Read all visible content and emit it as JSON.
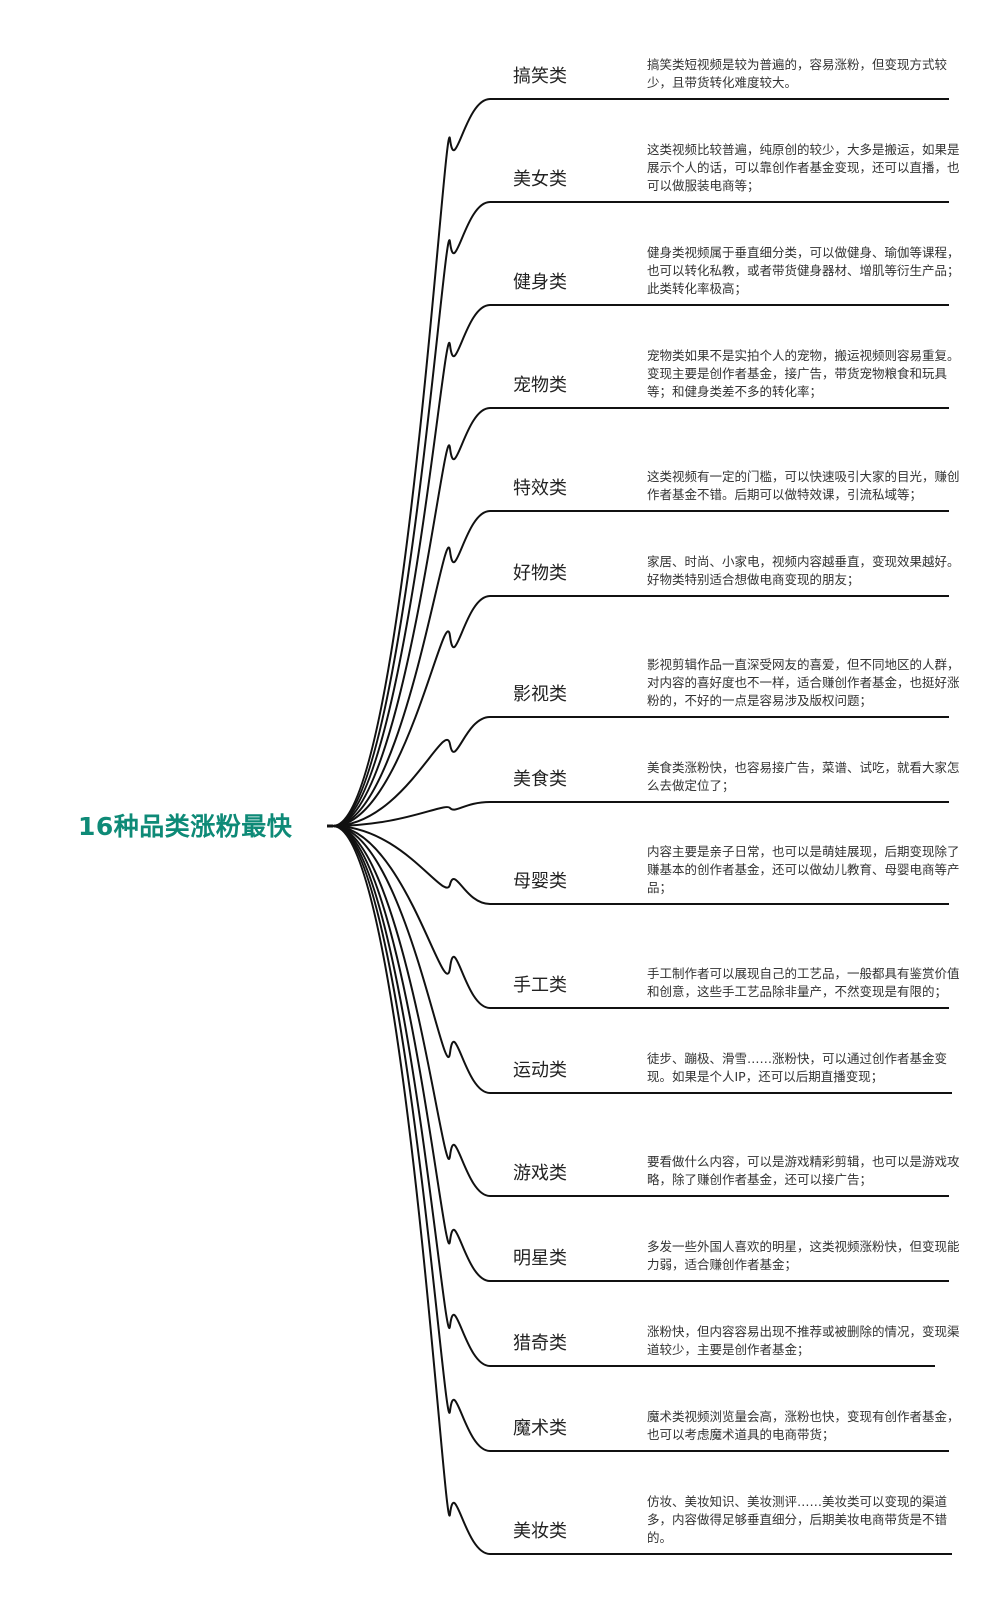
{
  "root": {
    "title": "16种品类涨粉最快"
  },
  "colors": {
    "root_text": "#0e8a77",
    "branch_line": "#111111"
  },
  "branches": [
    {
      "label": "搞笑类",
      "description": "搞笑类短视频是较为普遍的，容易涨粉，但变现方式较少，且带货转化难度较大。"
    },
    {
      "label": "美女类",
      "description": "这类视频比较普遍，纯原创的较少，大多是搬运，如果是展示个人的话，可以靠创作者基金变现，还可以直播，也可以做服装电商等；"
    },
    {
      "label": "健身类",
      "description": "健身类视频属于垂直细分类，可以做健身、瑜伽等课程，也可以转化私教，或者带货健身器材、增肌等衍生产品；此类转化率极高；"
    },
    {
      "label": "宠物类",
      "description": "宠物类如果不是实拍个人的宠物，搬运视频则容易重复。变现主要是创作者基金，接广告，带货宠物粮食和玩具等；和健身类差不多的转化率；"
    },
    {
      "label": "特效类",
      "description": "这类视频有一定的门槛，可以快速吸引大家的目光，赚创作者基金不错。后期可以做特效课，引流私域等；"
    },
    {
      "label": "好物类",
      "description": "家居、时尚、小家电，视频内容越垂直，变现效果越好。好物类特别适合想做电商变现的朋友；"
    },
    {
      "label": "影视类",
      "description": "影视剪辑作品一直深受网友的喜爱，但不同地区的人群，对内容的喜好度也不一样，适合赚创作者基金，也挺好涨粉的，不好的一点是容易涉及版权问题；"
    },
    {
      "label": "美食类",
      "description": "美食类涨粉快，也容易接广告，菜谱、试吃，就看大家怎么去做定位了；"
    },
    {
      "label": "母婴类",
      "description": "内容主要是亲子日常，也可以是萌娃展现，后期变现除了赚基本的创作者基金，还可以做幼儿教育、母婴电商等产品；"
    },
    {
      "label": "手工类",
      "description": "手工制作者可以展现自己的工艺品，一般都具有鉴赏价值和创意，这些手工艺品除非量产，不然变现是有限的；"
    },
    {
      "label": "运动类",
      "description": "徒步、蹦极、滑雪……涨粉快，可以通过创作者基金变现。如果是个人IP，还可以后期直播变现；"
    },
    {
      "label": "游戏类",
      "description": "要看做什么内容，可以是游戏精彩剪辑，也可以是游戏攻略，除了赚创作者基金，还可以接广告；"
    },
    {
      "label": "明星类",
      "description": "多发一些外国人喜欢的明星，这类视频涨粉快，但变现能力弱，适合赚创作者基金；"
    },
    {
      "label": "猎奇类",
      "description": "涨粉快，但内容容易出现不推荐或被删除的情况，变现渠道较少，主要是创作者基金；"
    },
    {
      "label": "魔术类",
      "description": "魔术类视频浏览量会高，涨粉也快，变现有创作者基金，也可以考虑魔术道具的电商带货；"
    },
    {
      "label": "美妆类",
      "description": "仿妆、美妆知识、美妆测评……美妆类可以变现的渠道多，内容做得足够垂直细分，后期美妆电商带货是不错的。"
    }
  ]
}
